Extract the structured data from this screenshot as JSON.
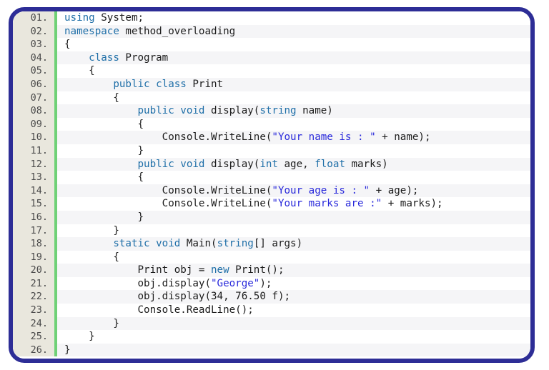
{
  "editor": {
    "language": "C#",
    "colors": {
      "frame_border": "#2d2d96",
      "gutter_background": "#e9e7dd",
      "gutter_separator": "#6fd176",
      "row_odd_background": "#ffffff",
      "row_even_background": "#f5f5f7",
      "keyword": "#1f6fa8",
      "string": "#2a2adb",
      "plain_text": "#1c1c1c",
      "line_number": "#4b4b4b"
    },
    "lines": [
      {
        "number": "01.",
        "tokens": [
          {
            "t": "kw",
            "s": "using"
          },
          {
            "t": "pln",
            "s": " System;"
          }
        ]
      },
      {
        "number": "02.",
        "tokens": [
          {
            "t": "kw",
            "s": "namespace"
          },
          {
            "t": "pln",
            "s": " method_overloading"
          }
        ]
      },
      {
        "number": "03.",
        "tokens": [
          {
            "t": "pln",
            "s": "{"
          }
        ]
      },
      {
        "number": "04.",
        "tokens": [
          {
            "t": "pln",
            "s": "    "
          },
          {
            "t": "kw",
            "s": "class"
          },
          {
            "t": "pln",
            "s": " Program"
          }
        ]
      },
      {
        "number": "05.",
        "tokens": [
          {
            "t": "pln",
            "s": "    {"
          }
        ]
      },
      {
        "number": "06.",
        "tokens": [
          {
            "t": "pln",
            "s": "        "
          },
          {
            "t": "kw",
            "s": "public class"
          },
          {
            "t": "pln",
            "s": " Print"
          }
        ]
      },
      {
        "number": "07.",
        "tokens": [
          {
            "t": "pln",
            "s": "        {"
          }
        ]
      },
      {
        "number": "08.",
        "tokens": [
          {
            "t": "pln",
            "s": "            "
          },
          {
            "t": "kw",
            "s": "public void"
          },
          {
            "t": "pln",
            "s": " display("
          },
          {
            "t": "kw",
            "s": "string"
          },
          {
            "t": "pln",
            "s": " name)"
          }
        ]
      },
      {
        "number": "09.",
        "tokens": [
          {
            "t": "pln",
            "s": "            {"
          }
        ]
      },
      {
        "number": "10.",
        "tokens": [
          {
            "t": "pln",
            "s": "                Console.WriteLine("
          },
          {
            "t": "str",
            "s": "\"Your name is : \""
          },
          {
            "t": "pln",
            "s": " + name);"
          }
        ]
      },
      {
        "number": "11.",
        "tokens": [
          {
            "t": "pln",
            "s": "            }"
          }
        ]
      },
      {
        "number": "12.",
        "tokens": [
          {
            "t": "pln",
            "s": "            "
          },
          {
            "t": "kw",
            "s": "public void"
          },
          {
            "t": "pln",
            "s": " display("
          },
          {
            "t": "kw",
            "s": "int"
          },
          {
            "t": "pln",
            "s": " age, "
          },
          {
            "t": "kw",
            "s": "float"
          },
          {
            "t": "pln",
            "s": " marks)"
          }
        ]
      },
      {
        "number": "13.",
        "tokens": [
          {
            "t": "pln",
            "s": "            {"
          }
        ]
      },
      {
        "number": "14.",
        "tokens": [
          {
            "t": "pln",
            "s": "                Console.WriteLine("
          },
          {
            "t": "str",
            "s": "\"Your age is : \""
          },
          {
            "t": "pln",
            "s": " + age);"
          }
        ]
      },
      {
        "number": "15.",
        "tokens": [
          {
            "t": "pln",
            "s": "                Console.WriteLine("
          },
          {
            "t": "str",
            "s": "\"Your marks are :\""
          },
          {
            "t": "pln",
            "s": " + marks);"
          }
        ]
      },
      {
        "number": "16.",
        "tokens": [
          {
            "t": "pln",
            "s": "            }"
          }
        ]
      },
      {
        "number": "17.",
        "tokens": [
          {
            "t": "pln",
            "s": "        }"
          }
        ]
      },
      {
        "number": "18.",
        "tokens": [
          {
            "t": "pln",
            "s": "        "
          },
          {
            "t": "kw",
            "s": "static void"
          },
          {
            "t": "pln",
            "s": " Main("
          },
          {
            "t": "kw",
            "s": "string"
          },
          {
            "t": "pln",
            "s": "[] args)"
          }
        ]
      },
      {
        "number": "19.",
        "tokens": [
          {
            "t": "pln",
            "s": "        {"
          }
        ]
      },
      {
        "number": "20.",
        "tokens": [
          {
            "t": "pln",
            "s": "            Print obj = "
          },
          {
            "t": "kw",
            "s": "new"
          },
          {
            "t": "pln",
            "s": " Print();"
          }
        ]
      },
      {
        "number": "21.",
        "tokens": [
          {
            "t": "pln",
            "s": "            obj.display("
          },
          {
            "t": "str",
            "s": "\"George\""
          },
          {
            "t": "pln",
            "s": ");"
          }
        ]
      },
      {
        "number": "22.",
        "tokens": [
          {
            "t": "pln",
            "s": "            obj.display(34, 76.50 f);"
          }
        ]
      },
      {
        "number": "23.",
        "tokens": [
          {
            "t": "pln",
            "s": "            Console.ReadLine();"
          }
        ]
      },
      {
        "number": "24.",
        "tokens": [
          {
            "t": "pln",
            "s": "        }"
          }
        ]
      },
      {
        "number": "25.",
        "tokens": [
          {
            "t": "pln",
            "s": "    }"
          }
        ]
      },
      {
        "number": "26.",
        "tokens": [
          {
            "t": "pln",
            "s": "}"
          }
        ]
      }
    ]
  }
}
